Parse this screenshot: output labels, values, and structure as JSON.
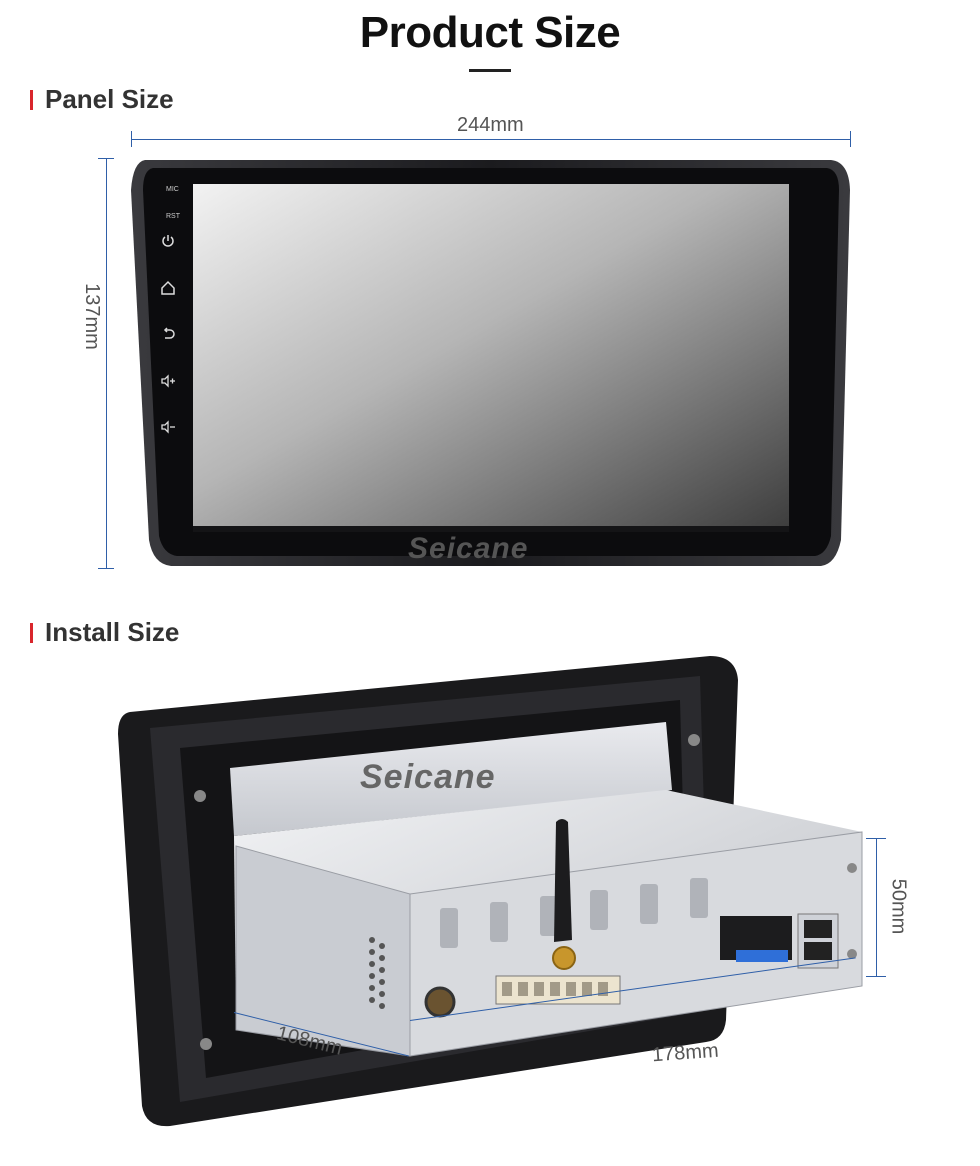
{
  "header": {
    "title": "Product Size"
  },
  "panel_section": {
    "heading": "Panel Size",
    "width_label": "244mm",
    "height_label": "137mm",
    "side_labels": {
      "mic": "MIC",
      "rst": "RST"
    },
    "side_icons": [
      "power-icon",
      "home-icon",
      "back-icon",
      "volume-up-icon",
      "volume-down-icon"
    ],
    "brand": "Seicane"
  },
  "install_section": {
    "heading": "Install Size",
    "depth_label": "108mm",
    "width_label": "178mm",
    "height_label": "50mm",
    "brand": "Seicane"
  },
  "colors": {
    "accent": "#d9262c",
    "dimension_line": "#2f5fa8"
  }
}
